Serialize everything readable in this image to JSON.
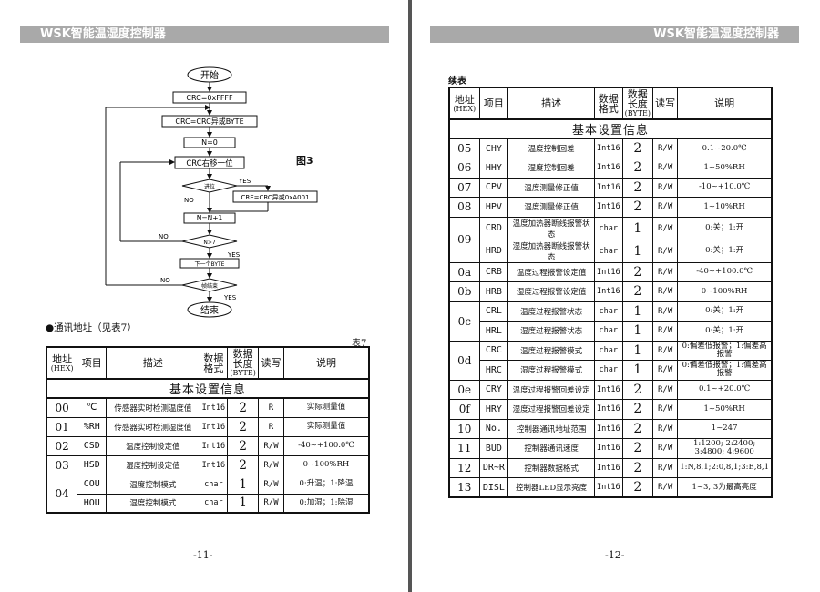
{
  "document_title": "WSK智能温湿度控制器",
  "left_page": {
    "page_number": "-11-",
    "flowchart": {
      "start": "开始",
      "init_crc": "CRC=0xFFFF",
      "crc_xor_byte": "CRC=CRC异或BYTE",
      "n_zero": "N=0",
      "shift_right": "CRC右移一位",
      "carry": "进位",
      "yes": "YES",
      "no": "NO",
      "crc_xor_poly": "CRE=CRC异或0xA001",
      "n_inc": "N=N+1",
      "n_gt": "N>7",
      "next_byte": "下一个BYTE",
      "frame_end": "帧结束",
      "end": "结束"
    },
    "figure_label": "图3",
    "bullet": "●通讯地址（见表7）",
    "table_tag": "表7",
    "table": {
      "headers": {
        "addr_line1": "地址",
        "addr_line2": "(HEX)",
        "item": "项目",
        "desc": "描述",
        "fmt_line1": "数据",
        "fmt_line2": "格式",
        "len_line1": "数据",
        "len_line2": "长度",
        "len_line3": "(BYTE)",
        "rw": "读写",
        "note": "说明"
      },
      "section": "基本设置信息",
      "rows": [
        {
          "addr": "00",
          "item": "℃",
          "desc": "传感器实时检测温度值",
          "fmt": "Int16",
          "len": "2",
          "rw": "R",
          "note": "实际测量值"
        },
        {
          "addr": "01",
          "item": "%RH",
          "desc": "传感器实时检测湿度值",
          "fmt": "Int16",
          "len": "2",
          "rw": "R",
          "note": "实际测量值"
        },
        {
          "addr": "02",
          "item": "CSD",
          "desc": "温度控制设定值",
          "fmt": "Int16",
          "len": "2",
          "rw": "R/W",
          "note": "-40~+100.0℃"
        },
        {
          "addr": "03",
          "item": "HSD",
          "desc": "湿度控制设定值",
          "fmt": "Int16",
          "len": "2",
          "rw": "R/W",
          "note": "0~100%RH"
        },
        {
          "addr": "04",
          "item": "COU",
          "desc": "温度控制模式",
          "fmt": "char",
          "len": "1",
          "rw": "R/W",
          "note": "0:升温；1:降温"
        },
        {
          "addr": "",
          "item": "HOU",
          "desc": "湿度控制模式",
          "fmt": "char",
          "len": "1",
          "rw": "R/W",
          "note": "0:加湿；1:除湿"
        }
      ]
    }
  },
  "right_page": {
    "page_number": "-12-",
    "cont_label": "续表",
    "table": {
      "headers": {
        "addr_line1": "地址",
        "addr_line2": "(HEX)",
        "item": "项目",
        "desc": "描述",
        "fmt_line1": "数据",
        "fmt_line2": "格式",
        "len_line1": "数据",
        "len_line2": "长度",
        "len_line3": "(BYTE)",
        "rw": "读写",
        "note": "说明"
      },
      "section": "基本设置信息",
      "rows": [
        {
          "addr": "05",
          "item": "CHY",
          "desc": "温度控制回差",
          "fmt": "Int16",
          "len": "2",
          "rw": "R/W",
          "note": "0.1~20.0℃"
        },
        {
          "addr": "06",
          "item": "HHY",
          "desc": "湿度控制回差",
          "fmt": "Int16",
          "len": "2",
          "rw": "R/W",
          "note": "1~50%RH"
        },
        {
          "addr": "07",
          "item": "CPV",
          "desc": "温度测量修正值",
          "fmt": "Int16",
          "len": "2",
          "rw": "R/W",
          "note": "-10~+10.0℃"
        },
        {
          "addr": "08",
          "item": "HPV",
          "desc": "湿度测量修正值",
          "fmt": "Int16",
          "len": "2",
          "rw": "R/W",
          "note": "1~10%RH"
        },
        {
          "addr": "09",
          "item": "CRD",
          "desc": "温度加热器断线报警状态",
          "fmt": "char",
          "len": "1",
          "rw": "R/W",
          "note": "0:关；1:开"
        },
        {
          "addr": "",
          "item": "HRD",
          "desc": "湿度加热器断线报警状态",
          "fmt": "char",
          "len": "1",
          "rw": "R/W",
          "note": "0:关；1:开"
        },
        {
          "addr": "0a",
          "item": "CRB",
          "desc": "温度过程报警设定值",
          "fmt": "Int16",
          "len": "2",
          "rw": "R/W",
          "note": "-40~+100.0℃"
        },
        {
          "addr": "0b",
          "item": "HRB",
          "desc": "湿度过程报警设定值",
          "fmt": "Int16",
          "len": "2",
          "rw": "R/W",
          "note": "0~100%RH"
        },
        {
          "addr": "0c",
          "item": "CRL",
          "desc": "温度过程报警状态",
          "fmt": "char",
          "len": "1",
          "rw": "R/W",
          "note": "0:关；1:开"
        },
        {
          "addr": "",
          "item": "HRL",
          "desc": "湿度过程报警状态",
          "fmt": "char",
          "len": "1",
          "rw": "R/W",
          "note": "0:关；1:开"
        },
        {
          "addr": "0d",
          "item": "CRC",
          "desc": "温度过程报警模式",
          "fmt": "char",
          "len": "1",
          "rw": "R/W",
          "note": "0:偏差低报警；1:偏差高报警"
        },
        {
          "addr": "",
          "item": "HRC",
          "desc": "湿度过程报警模式",
          "fmt": "char",
          "len": "1",
          "rw": "R/W",
          "note": "0:偏差低报警；1:偏差高报警"
        },
        {
          "addr": "0e",
          "item": "CRY",
          "desc": "温度过程报警回差设定",
          "fmt": "Int16",
          "len": "2",
          "rw": "R/W",
          "note": "0.1~+20.0℃"
        },
        {
          "addr": "0f",
          "item": "HRY",
          "desc": "湿度过程报警回差设定",
          "fmt": "Int16",
          "len": "2",
          "rw": "R/W",
          "note": "1~50%RH"
        },
        {
          "addr": "10",
          "item": "No.",
          "desc": "控制器通讯地址范围",
          "fmt": "Int16",
          "len": "2",
          "rw": "R/W",
          "note": "1~247"
        },
        {
          "addr": "11",
          "item": "BUD",
          "desc": "控制器通讯速度",
          "fmt": "Int16",
          "len": "2",
          "rw": "R/W",
          "note": "1:1200; 2:2400; 3:4800; 4:9600"
        },
        {
          "addr": "12",
          "item": "DR~R",
          "desc": "控制器数据格式",
          "fmt": "Int16",
          "len": "2",
          "rw": "R/W",
          "note": "1:N,8,1;2:0,8,1;3:E,8,1"
        },
        {
          "addr": "13",
          "item": "DISL",
          "desc": "控制器LED显示亮度",
          "fmt": "Int16",
          "len": "2",
          "rw": "R/W",
          "note": "1~3, 3为最高亮度"
        }
      ]
    }
  }
}
